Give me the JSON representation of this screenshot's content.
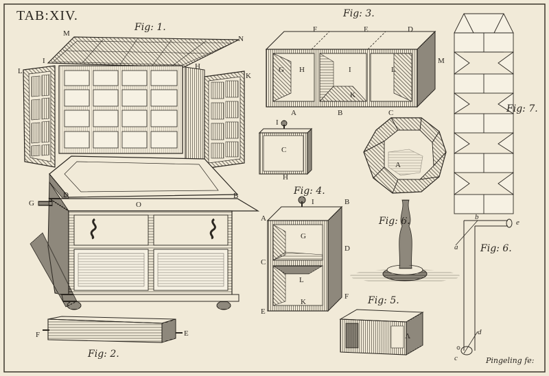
{
  "plate": {
    "title": "TAB:XIV.",
    "engraver_signature": "Pingeling fe:"
  },
  "figures": {
    "fig1": {
      "caption": "Fig: 1.",
      "labels": [
        "M",
        "N",
        "L",
        "I",
        "H",
        "K",
        "G",
        "D",
        "B",
        "O"
      ]
    },
    "fig2": {
      "caption": "Fig: 2.",
      "labels": [
        "F",
        "E"
      ]
    },
    "fig3": {
      "caption": "Fig: 3.",
      "labels": [
        "F",
        "E",
        "D",
        "M",
        "G",
        "H",
        "I",
        "L",
        "K",
        "A",
        "B",
        "C"
      ]
    },
    "fig3_small": {
      "labels": [
        "I",
        "C",
        "H"
      ]
    },
    "fig4": {
      "caption": "Fig: 4.",
      "labels": [
        "I",
        "A",
        "B",
        "G",
        "C",
        "D",
        "L",
        "K",
        "E",
        "F"
      ]
    },
    "fig5": {
      "caption": "Fig: 5.",
      "labels": [
        "A"
      ]
    },
    "fig6": {
      "caption": "Fig: 6.",
      "labels": [
        "A"
      ]
    },
    "fig6b": {
      "caption": "Fig: 6.",
      "labels": [
        "b",
        "e",
        "a",
        "d",
        "c"
      ]
    },
    "fig7": {
      "caption": "Fig: 7."
    }
  }
}
